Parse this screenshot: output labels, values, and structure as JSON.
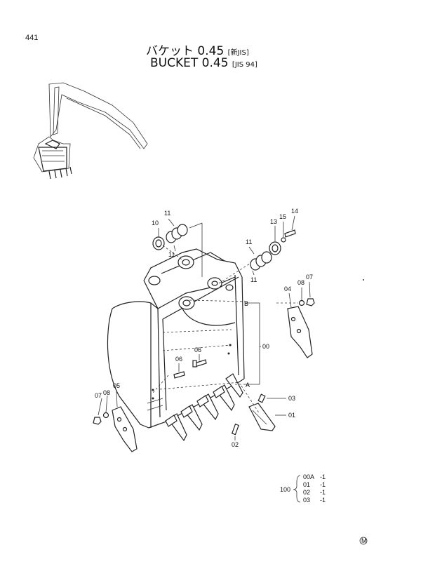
{
  "page_number": "441",
  "title": {
    "jp_text": "バケット 0.45",
    "jp_spec": "[新JIS]",
    "en_text": "BUCKET  0.45",
    "en_spec": "[JIS 94]"
  },
  "callouts": {
    "c10": "10",
    "c11a": "11",
    "c11b": "11",
    "c11c": "11",
    "c11d": "11",
    "c13": "13",
    "c15": "15",
    "c14": "14",
    "c04": "04",
    "c08a": "08",
    "c07a": "07",
    "cB": "B",
    "c00": "00",
    "c06a": "06",
    "c06b": "06",
    "cA": "A",
    "c03": "03",
    "c01": "01",
    "c02": "02",
    "c07b": "07",
    "c08b": "08",
    "c05": "05"
  },
  "legend": {
    "group": "100",
    "items": [
      {
        "part": "00A",
        "qty": "-1"
      },
      {
        "part": "01",
        "qty": "-1"
      },
      {
        "part": "02",
        "qty": "-1"
      },
      {
        "part": "03",
        "qty": "-1"
      }
    ]
  },
  "mark": "M"
}
